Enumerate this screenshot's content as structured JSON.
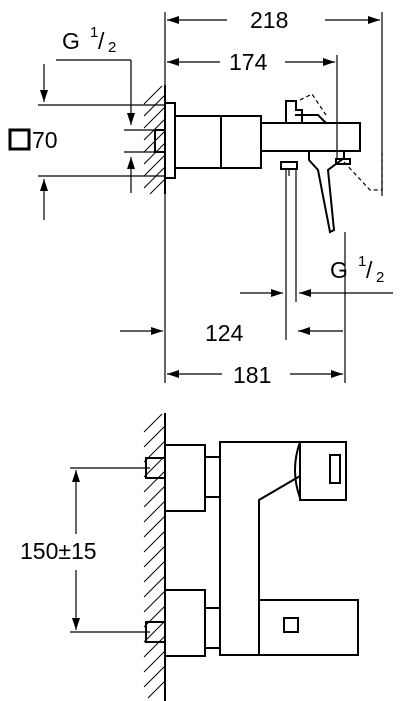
{
  "dimensions": {
    "overall_width": "218",
    "depth_to_spout": "174",
    "spout_projection": "124",
    "body_width": "181",
    "connection_centres": "150±15",
    "rosette": {
      "symbol": "square-icon",
      "value": "70"
    },
    "thread_top": {
      "prefix": "G",
      "numerator": "1",
      "slash": "/",
      "denominator": "2"
    },
    "thread_bottom": {
      "prefix": "G",
      "numerator": "1",
      "slash": "/",
      "denominator": "2"
    }
  }
}
